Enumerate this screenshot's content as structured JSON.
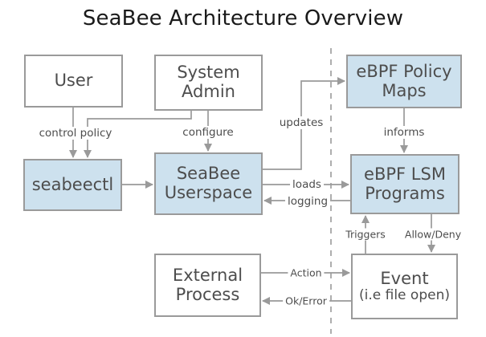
{
  "title": "SeaBee Architecture Overview",
  "colors": {
    "box_fill_blue": "#cde1ee",
    "box_fill_white": "#ffffff",
    "box_border": "#9a9a9a",
    "line": "#9a9a9a",
    "text": "#4d4d4d",
    "title_text": "#1a1a1a"
  },
  "nodes": [
    {
      "id": "user",
      "label": "User",
      "sub": "",
      "fill": "white"
    },
    {
      "id": "system-admin",
      "label": "System",
      "sub": "Admin",
      "fill": "white"
    },
    {
      "id": "seabeectl",
      "label": "seabeectl",
      "sub": "",
      "fill": "blue"
    },
    {
      "id": "seabee-userspace",
      "label": "SeaBee",
      "sub": "Userspace",
      "fill": "blue"
    },
    {
      "id": "ebpf-policy-maps",
      "label": "eBPF Policy",
      "sub": "Maps",
      "fill": "blue"
    },
    {
      "id": "ebpf-lsm-programs",
      "label": "eBPF LSM",
      "sub": "Programs",
      "fill": "blue"
    },
    {
      "id": "external-process",
      "label": "External",
      "sub": "Process",
      "fill": "white"
    },
    {
      "id": "event",
      "label": "Event",
      "sub": "(i.e file open)",
      "fill": "white"
    }
  ],
  "edges": [
    {
      "id": "control-policy",
      "label": "control policy",
      "from": "user",
      "to": "seabeectl"
    },
    {
      "id": "configure",
      "label": "configure",
      "from": "system-admin",
      "to": "seabee-userspace"
    },
    {
      "id": "updates",
      "label": "updates",
      "from": "seabee-userspace",
      "to": "ebpf-policy-maps"
    },
    {
      "id": "informs",
      "label": "informs",
      "from": "ebpf-policy-maps",
      "to": "ebpf-lsm-programs"
    },
    {
      "id": "loads",
      "label": "loads",
      "from": "seabee-userspace",
      "to": "ebpf-lsm-programs"
    },
    {
      "id": "logging",
      "label": "logging",
      "from": "ebpf-lsm-programs",
      "to": "seabee-userspace"
    },
    {
      "id": "triggers",
      "label": "Triggers",
      "from": "event",
      "to": "ebpf-lsm-programs"
    },
    {
      "id": "allow-deny",
      "label": "Allow/Deny",
      "from": "ebpf-lsm-programs",
      "to": "event"
    },
    {
      "id": "action",
      "label": "Action",
      "from": "external-process",
      "to": "event"
    },
    {
      "id": "ok-error",
      "label": "Ok/Error",
      "from": "event",
      "to": "external-process"
    }
  ],
  "divider": {
    "id": "userspace-kernel-divider",
    "style": "dashed",
    "orientation": "vertical"
  }
}
